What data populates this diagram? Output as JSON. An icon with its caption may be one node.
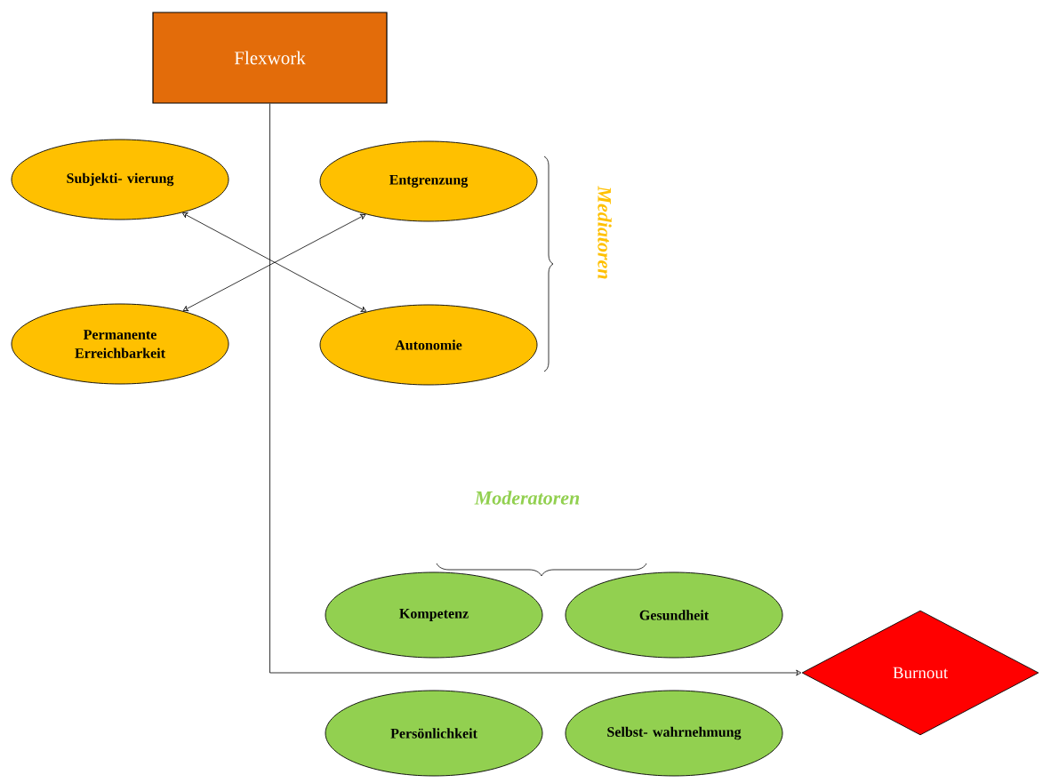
{
  "diagram": {
    "nodes": [
      {
        "text": [
          "Flexwork"
        ]
      },
      {
        "text": [
          "Subjekti- vierung"
        ]
      },
      {
        "text": [
          "Entgrenzung"
        ]
      },
      {
        "text": [
          "Permanente Erreichbarkeit"
        ]
      },
      {
        "text": [
          "Autonomie"
        ]
      },
      {
        "text": [
          "Kompetenz"
        ]
      },
      {
        "text": [
          "Gesundheit"
        ]
      },
      {
        "text": [
          "Burnout"
        ]
      },
      {
        "text": [
          "Persönlichkeit"
        ]
      },
      {
        "text": [
          "Selbst- wahrnehmung"
        ]
      }
    ],
    "edges": [
      {
        "from": 0,
        "to": 7,
        "arrow": "to"
      },
      {
        "from": 1,
        "to": 4,
        "arrow": "both"
      },
      {
        "from": 3,
        "to": 2,
        "arrow": "both"
      }
    ],
    "labels": [
      "Mediatoren",
      "Moderatoren"
    ]
  }
}
